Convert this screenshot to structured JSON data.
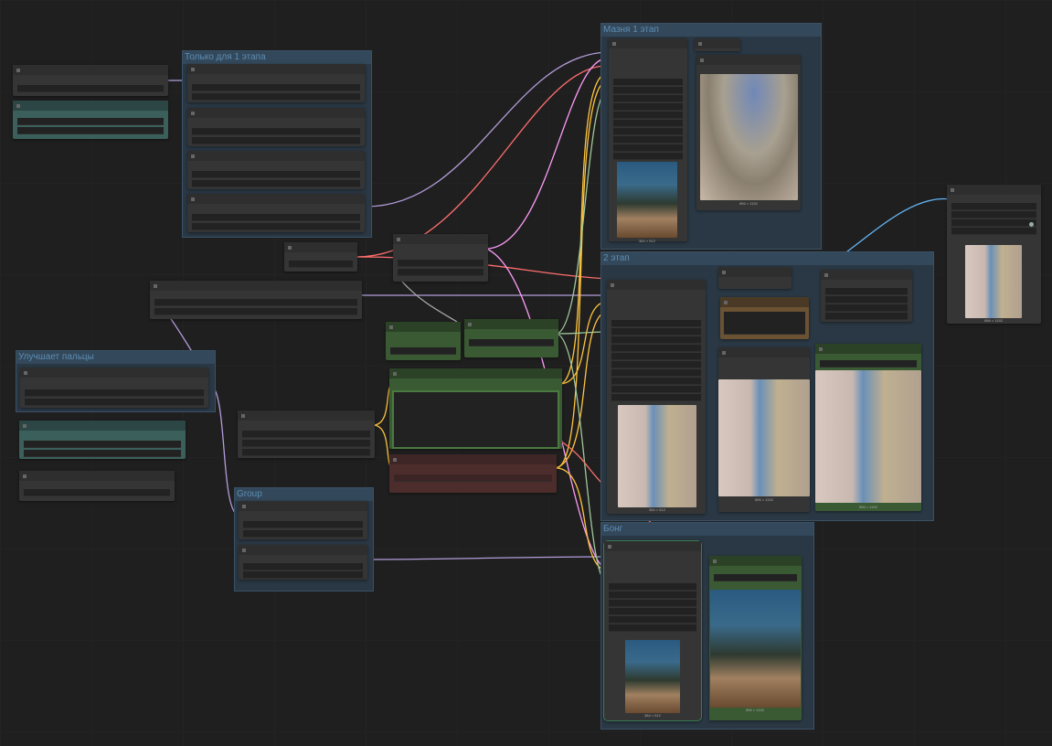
{
  "groups": {
    "stage1_only": "Только для 1 этапа",
    "fingers": "Улучшает пальцы",
    "group": "Group",
    "mazня": "Мазня 1 этап",
    "stage2": "2 этап",
    "bong": "Бонг"
  },
  "images": {
    "stage1_input": "384 × 512",
    "stage1_preview": "896 × 1152",
    "stage2_input": "384 × 512",
    "stage2_mid": "896 × 1152",
    "stage2_out": "896 × 1152",
    "right_preview": "896 × 1152",
    "bong_input": "384 × 512",
    "bong_out": "896 × 1152"
  },
  "colors": {
    "group_bg": "#2a3845",
    "node_bg": "#353535",
    "wire_model": "#b39ddb",
    "wire_clip": "#ffc53d",
    "wire_latent": "#ff9cf9",
    "wire_image": "#64b5f6",
    "wire_vae": "#ff6e6e"
  }
}
